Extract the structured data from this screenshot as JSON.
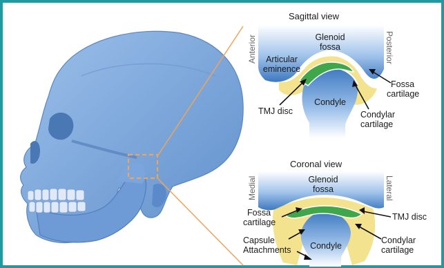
{
  "sagittal": {
    "title": "Sagittal view",
    "anterior": "Anterior",
    "posterior": "Posterior",
    "glenoid_line1": "Glenoid",
    "glenoid_line2": "fossa",
    "articular_line1": "Articular",
    "articular_line2": "eminence",
    "fossa_cart_line1": "Fossa",
    "fossa_cart_line2": "cartilage",
    "tmj_disc": "TMJ disc",
    "condyle": "Condyle",
    "condylar_line1": "Condylar",
    "condylar_line2": "cartilage"
  },
  "coronal": {
    "title": "Coronal view",
    "medial": "Medial",
    "lateral": "Lateral",
    "glenoid_line1": "Glenoid",
    "glenoid_line2": "fossa",
    "fossa_cart_line1": "Fossa",
    "fossa_cart_line2": "cartilage",
    "tmj_disc": "TMJ disc",
    "capsule_line1": "Capsule",
    "capsule_line2": "Attachments",
    "condyle": "Condyle",
    "condylar_line1": "Condylar",
    "condylar_line2": "cartilage"
  },
  "colors": {
    "frame": "#1e9aa0",
    "skull": "#7fa8dc",
    "bone": "#4f86c6",
    "disc": "#3fa64a",
    "cartilage": "#f2de7a",
    "callout": "#f0a35a"
  }
}
